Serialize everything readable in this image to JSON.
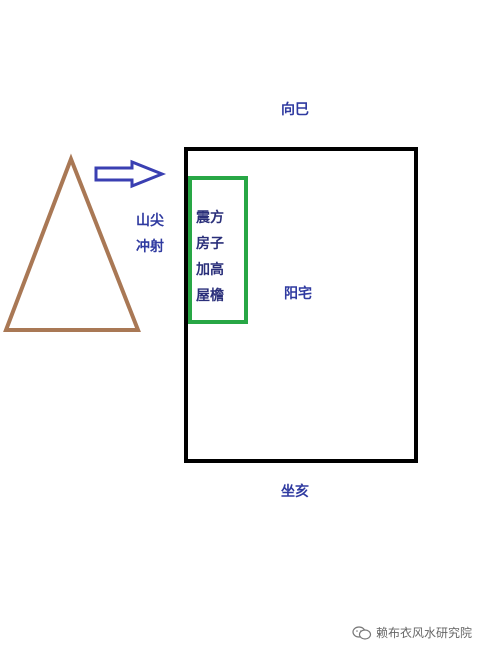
{
  "colors": {
    "mountain": "#a97855",
    "arrow": "#3a3fb2",
    "house_outline": "#000000",
    "extension_outline": "#28a745",
    "label_text": "#2f3aa0"
  },
  "icons": {
    "mountain": "triangle-icon",
    "arrow": "arrow-right-icon",
    "wechat": "wechat-icon"
  },
  "labels": {
    "facing": "向巳",
    "sitting": "坐亥",
    "house": "阳宅",
    "mountain_line1": "山尖",
    "mountain_line2": "冲射",
    "extension_line1": "震方",
    "extension_line2": "房子",
    "extension_line3": "加高",
    "extension_line4": "屋檐"
  },
  "watermark": {
    "text": "赖布衣风水研究院"
  }
}
